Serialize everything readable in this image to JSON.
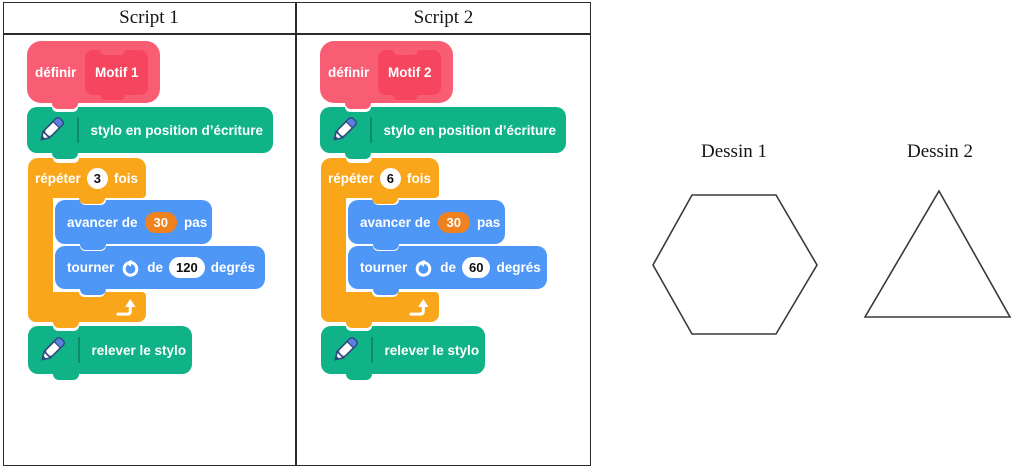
{
  "table": {
    "headers": [
      "Script 1",
      "Script 2"
    ]
  },
  "scripts": [
    {
      "define": {
        "label": "définir",
        "name": "Motif 1"
      },
      "pen_down": "stylo en position d’écriture",
      "repeat": {
        "label": "répéter",
        "count": "3",
        "suffix": "fois"
      },
      "move": {
        "label": "avancer de",
        "value": "30",
        "suffix": "pas"
      },
      "turn": {
        "label": "tourner",
        "preposition": "de",
        "value": "120",
        "suffix": "degrés"
      },
      "pen_up": "relever le stylo"
    },
    {
      "define": {
        "label": "définir",
        "name": "Motif 2"
      },
      "pen_down": "stylo en position d’écriture",
      "repeat": {
        "label": "répéter",
        "count": "6",
        "suffix": "fois"
      },
      "move": {
        "label": "avancer de",
        "value": "30",
        "suffix": "pas"
      },
      "turn": {
        "label": "tourner",
        "preposition": "de",
        "value": "60",
        "suffix": "degrés"
      },
      "pen_up": "relever le stylo"
    }
  ],
  "drawings": [
    {
      "label": "Dessin 1",
      "shape": "hexagon"
    },
    {
      "label": "Dessin 2",
      "shape": "triangle"
    }
  ],
  "icons": {
    "pen": "pen-icon",
    "turn": "turn-counterclockwise-icon",
    "loop": "loop-arrow-icon"
  },
  "colors": {
    "define_block": "#F95D73",
    "define_prototype": "#F5455F",
    "pen_block": "#10B287",
    "control_block": "#F9A61B",
    "motion_block": "#4E97F7",
    "number_input_orange": "#F0811F",
    "number_input_white": "#FFFFFF",
    "table_border": "#2B2B2B",
    "drawing_stroke": "#3A3A3A"
  }
}
